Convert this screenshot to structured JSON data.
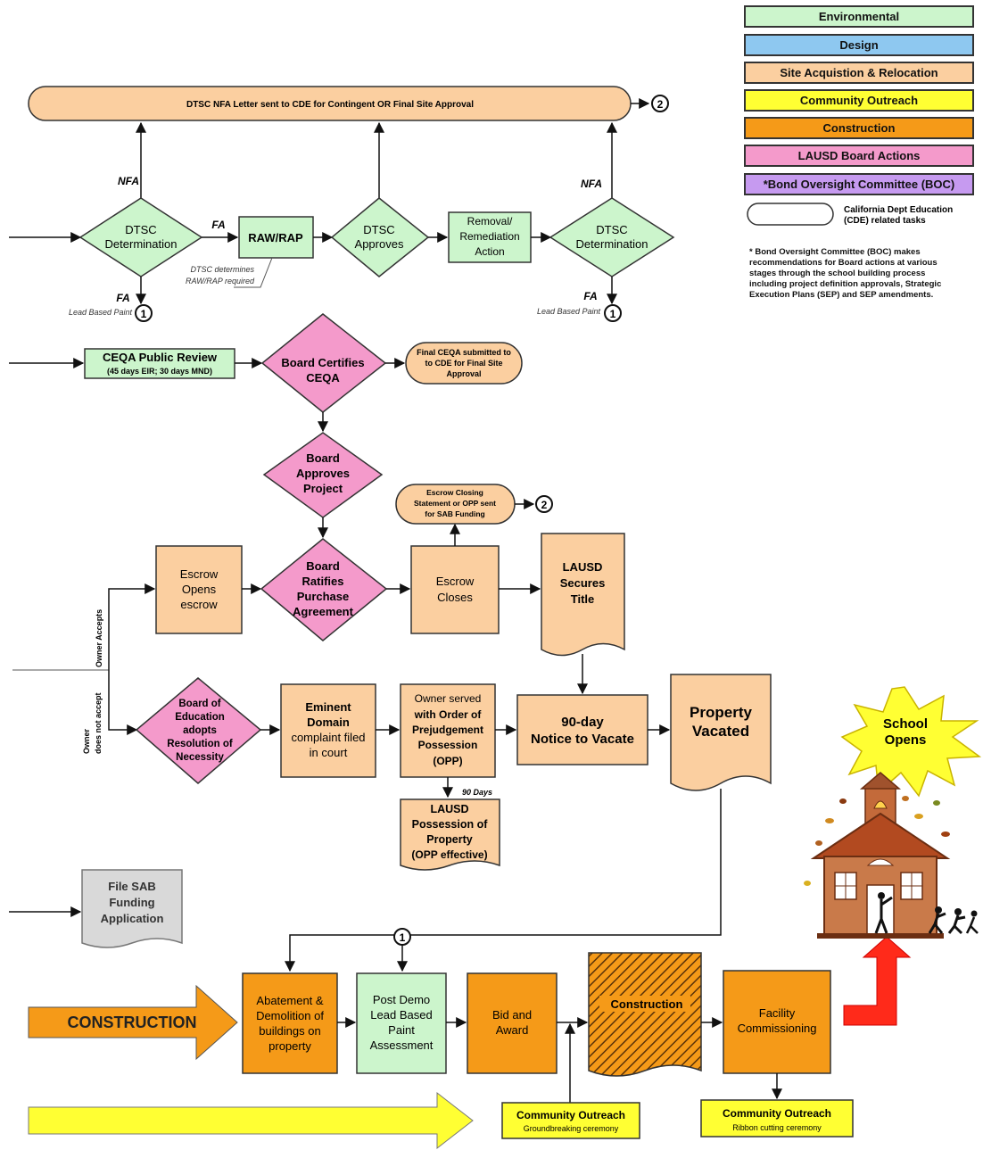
{
  "legend": {
    "environmental": "Environmental",
    "design": "Design",
    "site_acquisition": "Site Acquistion & Relocation",
    "community_outreach": "Community Outreach",
    "construction": "Construction",
    "board_actions": "LAUSD Board Actions",
    "boc": "*Bond Oversight Committee (BOC)",
    "cde_line1": "California Dept Education",
    "cde_line2": "(CDE) related tasks",
    "note": [
      "* Bond Oversight Committee (BOC) makes",
      "recommendations for Board actions at various",
      "stages through the school building process",
      "including project definition approvals, Strategic",
      "Execution Plans (SEP) and SEP amendments."
    ]
  },
  "colors": {
    "environmental": "#ccf5cc",
    "design": "#8ec8f0",
    "site_acquisition": "#fbcfa0",
    "community_outreach": "#ffff33",
    "construction": "#f59a18",
    "board_actions": "#f49acb",
    "boc": "#c69af0"
  },
  "dtsc": {
    "nfa_letter": "DTSC NFA Letter sent to CDE for Contingent OR Final Site Approval",
    "connector_2": "2",
    "connector_1": "1",
    "nfa": "NFA",
    "fa": "FA",
    "determination_1": [
      "DTSC",
      "Determination"
    ],
    "raw_rap": "RAW/RAP",
    "approves": [
      "DTSC",
      "Approves"
    ],
    "removal": [
      "Removal/",
      "Remediation",
      "Action"
    ],
    "determination_2": [
      "DTSC",
      "Determination"
    ],
    "raw_rap_note": [
      "DTSC determines",
      "RAW/RAP required"
    ],
    "lead_paint": "Lead Based Paint"
  },
  "ceqa": {
    "review": "CEQA Public Review",
    "review_days": "(45 days EIR; 30 days MND)",
    "board_certifies": [
      "Board Certifies",
      "CEQA"
    ],
    "final_submitted": [
      "Final CEQA submitted to",
      "to CDE for Final Site",
      "Approval"
    ]
  },
  "acquisition": {
    "board_approves": [
      "Board",
      "Approves",
      "Project"
    ],
    "escrow_closing": [
      "Escrow Closing",
      "Statement or OPP sent",
      "for SAB Funding"
    ],
    "escrow_opens": [
      "Escrow",
      "Opens",
      "escrow"
    ],
    "board_ratifies": [
      "Board",
      "Ratifies",
      "Purchase",
      "Agreement"
    ],
    "escrow_closes": [
      "Escrow",
      "Closes"
    ],
    "secures_title": [
      "LAUSD",
      "Secures",
      "Title"
    ],
    "owner_accepts": "Owner Accepts",
    "owner_not_accept": [
      "Owner",
      "does not accept"
    ],
    "resolution": [
      "Board of",
      "Education",
      "adopts",
      "Resolution of",
      "Necessity"
    ],
    "eminent_domain": [
      "Eminent",
      "Domain",
      "complaint filed",
      "in court"
    ],
    "opp_served": [
      "Owner served",
      "with Order of",
      "Prejudgement",
      "Possession",
      "(OPP)"
    ],
    "notice_vacate": [
      "90-day",
      "Notice to Vacate"
    ],
    "property_vacated": [
      "Property",
      "Vacated"
    ],
    "days_90": "90 Days",
    "possession": [
      "LAUSD",
      "Possession of",
      "Property",
      "(OPP effective)"
    ],
    "sab": [
      "File SAB",
      "Funding",
      "Application"
    ]
  },
  "construction": {
    "arrow_label": "CONSTRUCTION",
    "abatement": [
      "Abatement &",
      "Demolition of",
      "buildings on",
      "property"
    ],
    "post_demo": [
      "Post Demo",
      "Lead Based",
      "Paint",
      "Assessment"
    ],
    "bid_award": [
      "Bid and",
      "Award"
    ],
    "construction": "Construction",
    "commissioning": [
      "Facility",
      "Commissioning"
    ],
    "outreach_1": "Community Outreach",
    "outreach_1_sub": "Groundbreaking ceremony",
    "outreach_2": "Community Outreach",
    "outreach_2_sub": "Ribbon cutting ceremony",
    "school_opens": [
      "School",
      "Opens"
    ]
  }
}
